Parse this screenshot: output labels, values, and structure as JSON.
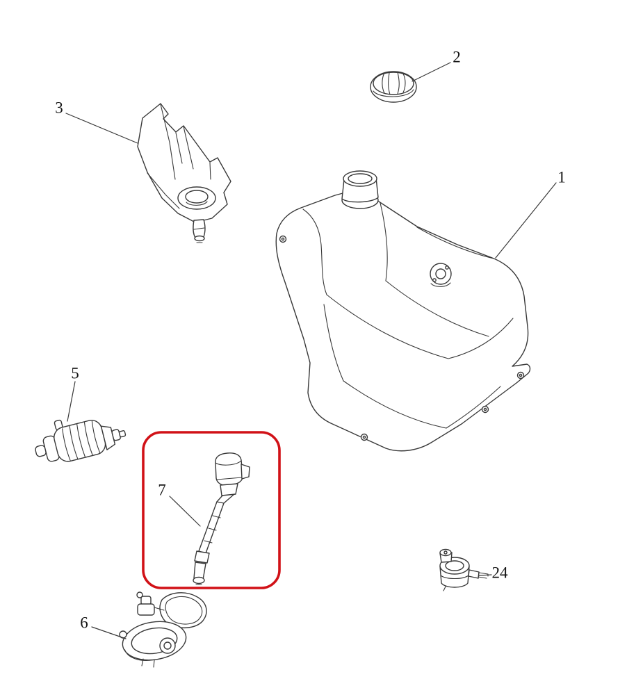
{
  "diagram": {
    "labels": [
      {
        "id": "part-1",
        "text": "1"
      },
      {
        "id": "part-2",
        "text": "2"
      },
      {
        "id": "part-3",
        "text": "3"
      },
      {
        "id": "part-5",
        "text": "5"
      },
      {
        "id": "part-6",
        "text": "6"
      },
      {
        "id": "part-7",
        "text": "7"
      },
      {
        "id": "part-24",
        "text": "24"
      }
    ],
    "colors": {
      "highlight": "#d11117",
      "line": "#383838",
      "background": "#ffffff"
    }
  }
}
